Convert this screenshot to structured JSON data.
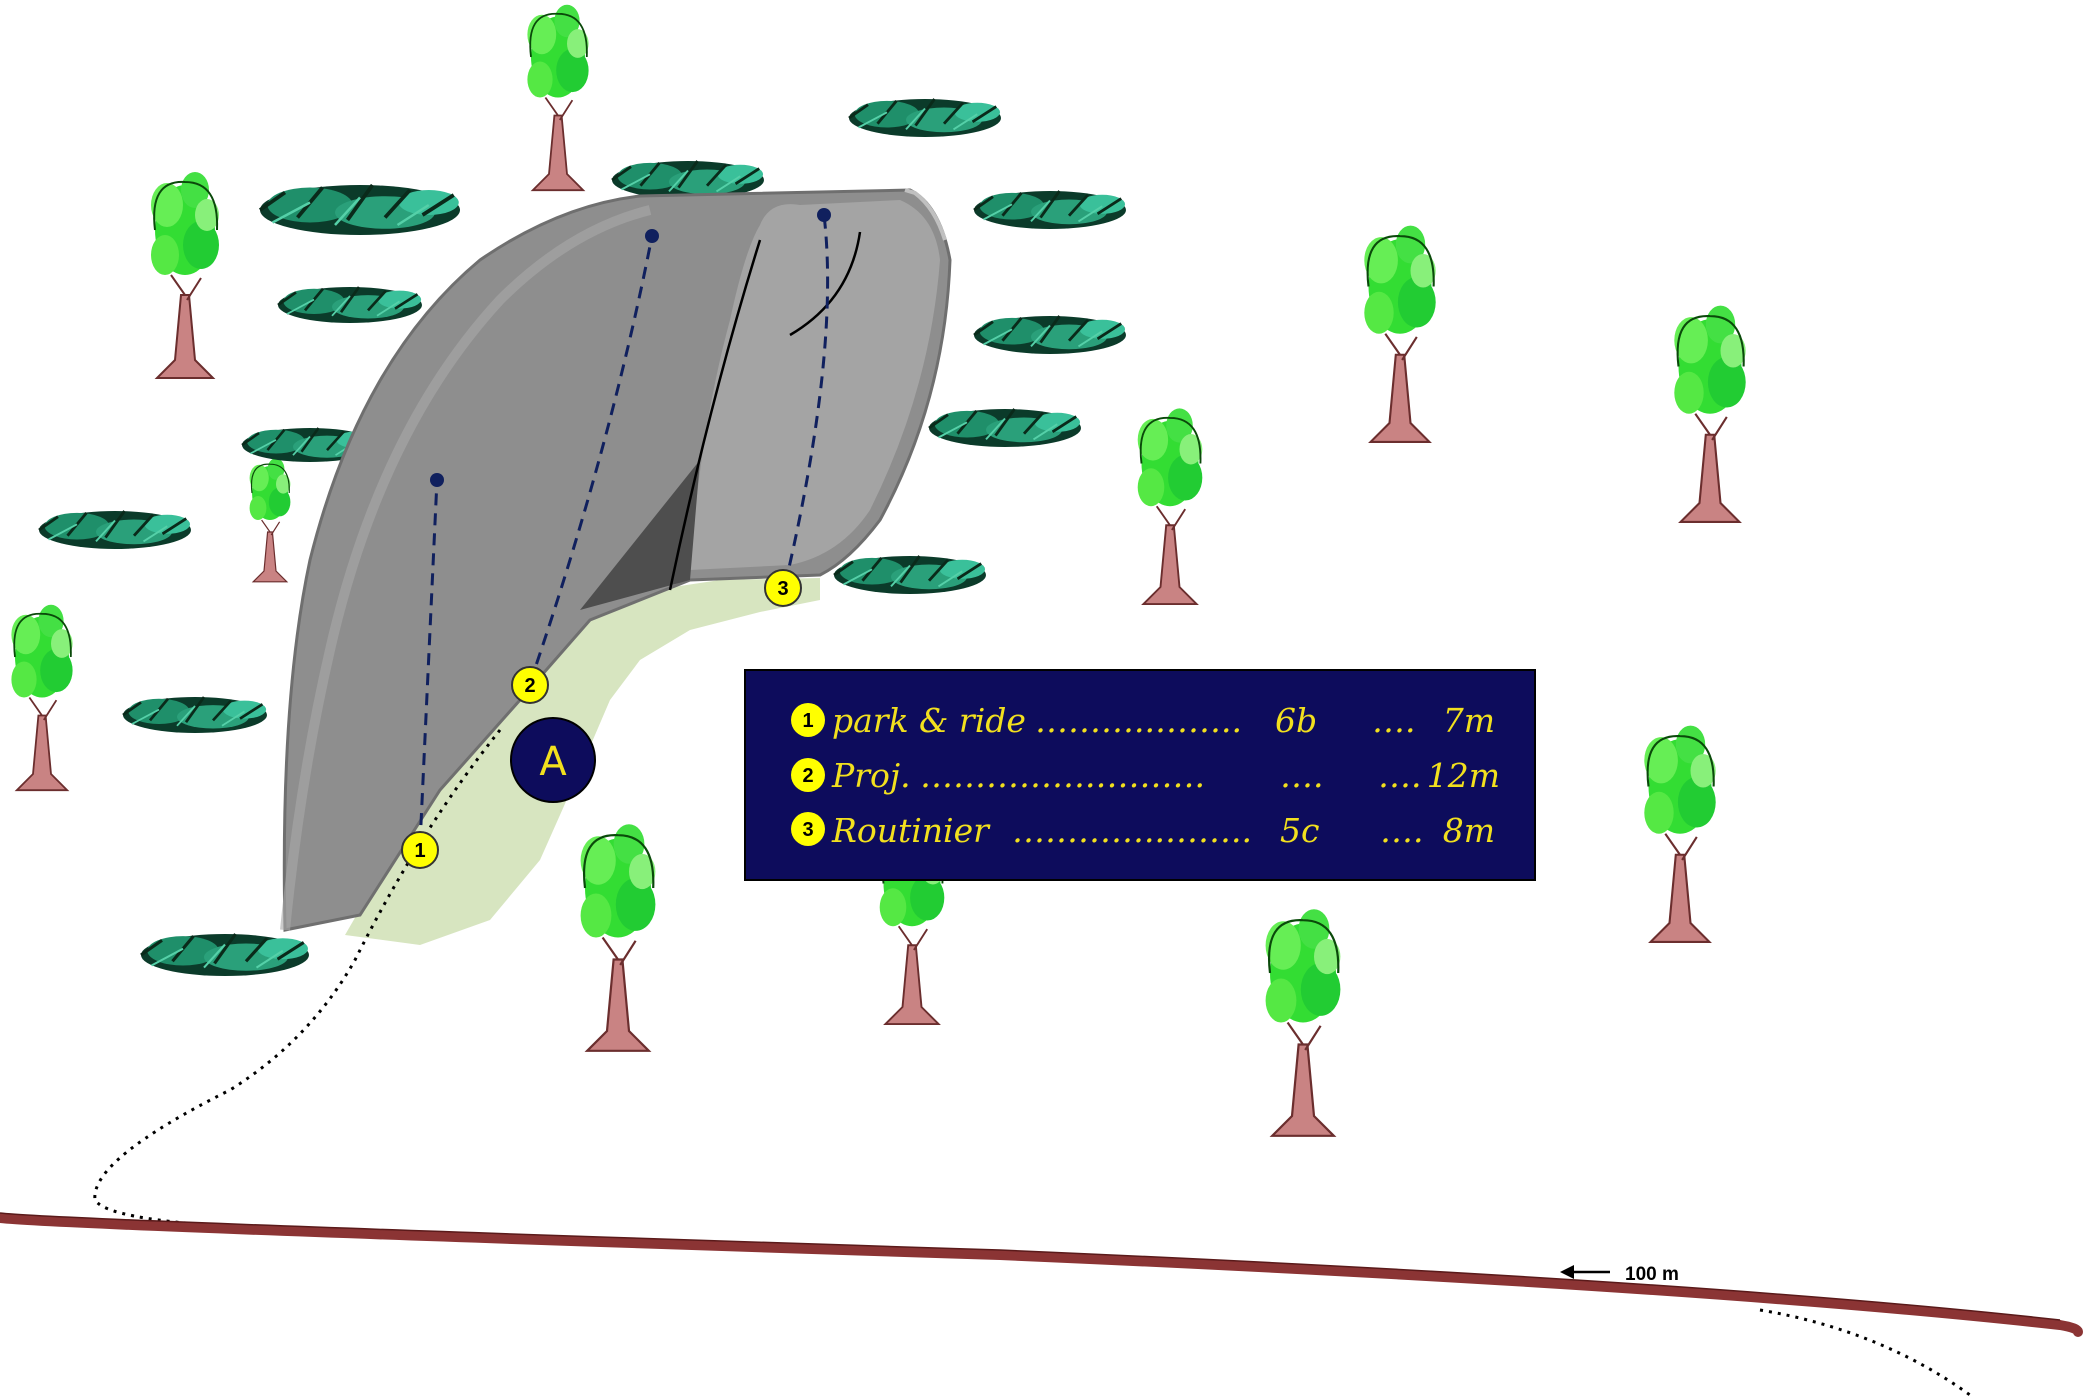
{
  "map": {
    "area_label": "A",
    "distance_label": "100 m",
    "routes": [
      {
        "number": "1",
        "name": "park & ride",
        "dots": "………..……..",
        "grade": "6b",
        "sep": "….",
        "length": "7m"
      },
      {
        "number": "2",
        "name": "Proj.",
        "dots": "…………….……….",
        "grade": "….",
        "sep": "….",
        "length": "12m"
      },
      {
        "number": "3",
        "name": "Routinier",
        "dots": "…………..……..",
        "grade": "5c",
        "sep": "….",
        "length": "8m"
      }
    ]
  },
  "colors": {
    "background": "#ffffff",
    "boulder": "#8e8e8e",
    "boulder_dark": "#6f6f6f",
    "ground": "#d7e5c0",
    "legend_bg": "#0d0c5c",
    "legend_text": "#f2e01e",
    "badge_fill": "#ffff00",
    "road": "#8b3434",
    "route_line": "#10205e",
    "tree_leaf": "#33dd33",
    "tree_trunk": "#c98383",
    "bush": "#1f8f6a"
  },
  "icons": {
    "tree": "tree-icon",
    "bush": "bush-icon",
    "arrow": "left-arrow-icon"
  }
}
